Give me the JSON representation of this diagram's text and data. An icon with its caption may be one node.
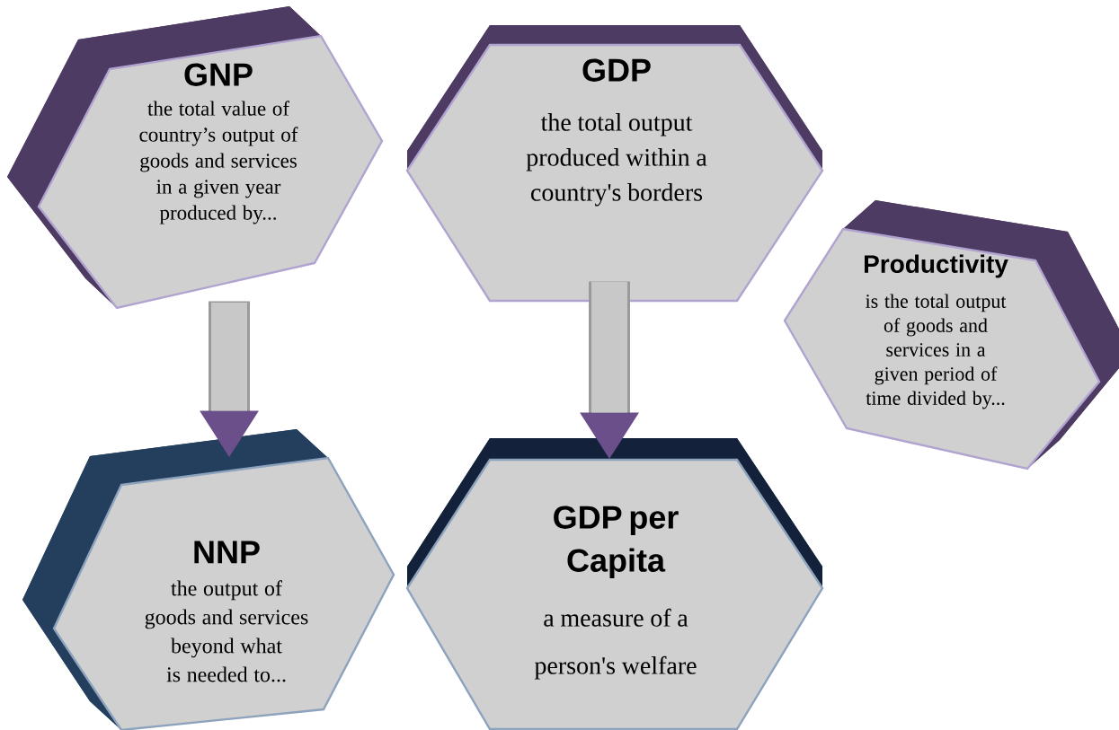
{
  "diagram": {
    "nodes": [
      {
        "text": [
          "GNP",
          "the total value of country’s output of goods and services in a given year produced by..."
        ]
      },
      {
        "text": [
          "GDP",
          "the total output produced within a country's borders"
        ]
      },
      {
        "text": [
          "Productivity",
          "is the total output of goods and services in a given period of time divided by..."
        ]
      },
      {
        "text": [
          "NNP",
          "the output of goods and services beyond what is needed to..."
        ]
      },
      {
        "text": [
          "GDP per Capita",
          "a measure of a person's welfare"
        ]
      }
    ],
    "edges": [
      {
        "from": 0,
        "to": 3,
        "arrow": "to"
      },
      {
        "from": 1,
        "to": 4,
        "arrow": "to"
      }
    ]
  }
}
